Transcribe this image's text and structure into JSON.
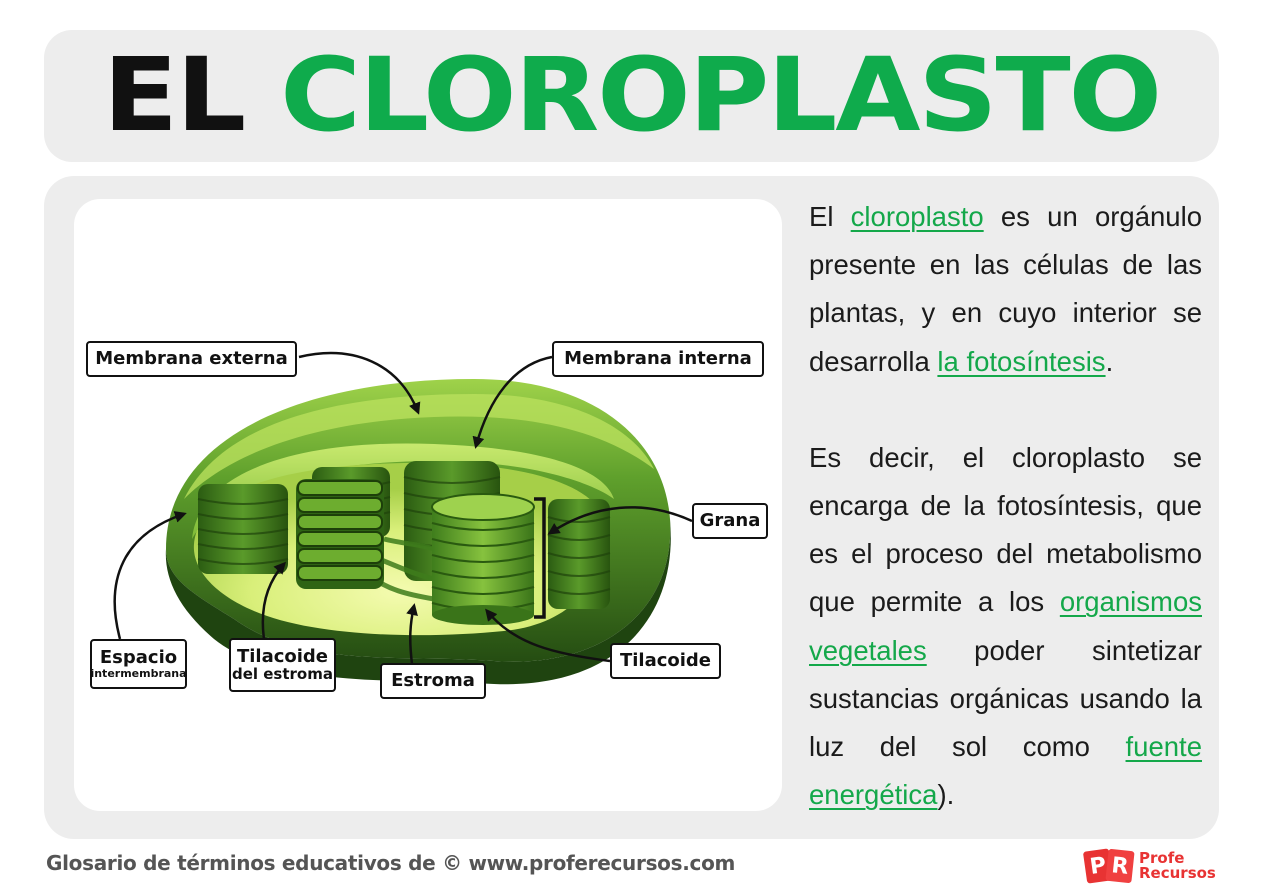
{
  "title": {
    "word1": "EL",
    "word2": "CLOROPLASTO"
  },
  "colors": {
    "accent_green": "#0fab4c",
    "title_black": "#111111",
    "panel_grey": "#ededed",
    "logo_red": "#e83333"
  },
  "diagram": {
    "labels": {
      "membrana_externa": "Membrana externa",
      "membrana_interna": "Membrana interna",
      "grana": "Grana",
      "espacio": "Espacio",
      "espacio_sub": "intermembrana",
      "tilacoide_estroma": "Tilacoide",
      "tilacoide_estroma_sub": "del estroma",
      "estroma": "Estroma",
      "tilacoide": "Tilacoide"
    }
  },
  "description": {
    "p1": {
      "t1": "El ",
      "link1": "cloroplasto",
      "t2": " es un orgánulo presente en las células de las plantas, y en cuyo interior se desarrolla ",
      "link2": "la fotosíntesis",
      "t3": "."
    },
    "p2": {
      "t1": "Es decir, el cloroplasto se encarga de la fotosíntesis, que es el proceso del metabolismo que permite a los ",
      "link1": "organismos vegetales",
      "t2": " poder sintetizar sustancias orgánicas usando la luz del sol como ",
      "link2": "fuente energética",
      "t3": ")."
    }
  },
  "footer": {
    "text": "Glosario de términos educativos de © www.proferecursos.com"
  },
  "logo": {
    "mark_p": "P",
    "mark_r": "R",
    "word1": "Profe",
    "word2": "Recursos"
  }
}
